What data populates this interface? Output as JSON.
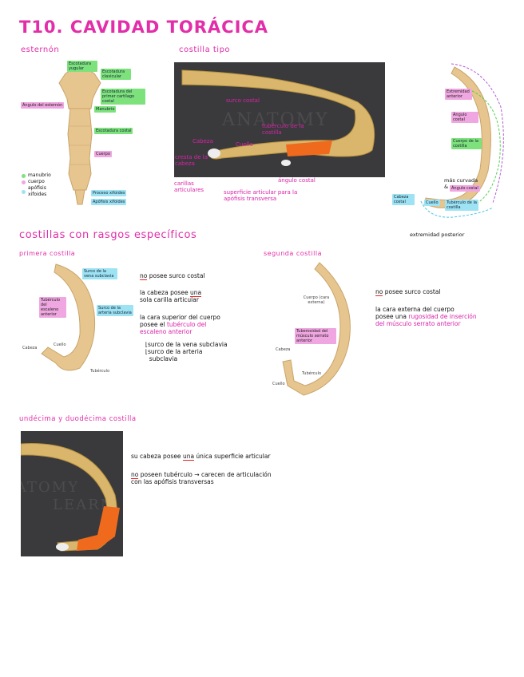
{
  "title": "T10. CAVIDAD TORÁCICA",
  "sections": {
    "esternon": "esternón",
    "costilla_tipo": "costilla tipo",
    "rasgos": "costillas con rasgos específicos",
    "primera": "primera costilla",
    "segunda": "segunda costilla",
    "undecima": "undécima y duodécima costilla"
  },
  "sternum": {
    "labels": {
      "escotadura_yugular": "Escotadura yugular",
      "escotadura_clavicular": "Escotadura clavicular",
      "escotadura_primer": "Escotadura del primer cartílago costal",
      "angulo_esternon": "Ángulo del esternón",
      "manubrio": "Manubrio",
      "escotadura_costal": "Escotadura costal",
      "cuerpo": "Cuerpo",
      "proceso_xifoides": "Proceso xifoides",
      "apofisis_xifoides": "Apófisis xifoides"
    },
    "legend": [
      "manubrio",
      "cuerpo",
      "apófisis xifoides"
    ]
  },
  "costilla_tipo": {
    "watermark": "ANATOMY",
    "labels": {
      "surco_costal": "surco costal",
      "tuberculo": "tubérculo de la costilla",
      "cabeza": "Cabeza",
      "cuello": "Cuello",
      "cresta": "cresta de la cabeza",
      "angulo_costal": "ángulo costal",
      "carillas": "carillas articulares",
      "superficie": "superficie articular para la apófisis transversa"
    },
    "side_labels": {
      "extremidad_anterior": "Extremidad anterior",
      "angulo_costal": "Ángulo costal",
      "cuerpo": "Cuerpo de la costilla",
      "mas_curvada": "más curvada",
      "amp": "&",
      "angulo": "Ángulo costal",
      "cabeza_costal": "Cabeza costal",
      "cuello": "Cuello",
      "tuberculo": "Tubérculo de la costilla",
      "extremidad_posterior": "extremidad posterior"
    }
  },
  "primera": {
    "labels": {
      "surco_vena": "Surco de la vena subclavia",
      "tuberculo_escaleno": "Tubérculo del escaleno anterior",
      "surco_arteria": "Surco de la arteria subclavia",
      "cabeza": "Cabeza",
      "cuello": "Cuello",
      "tuberculo": "Tubérculo"
    },
    "notes": {
      "n1_no": "no",
      "n1_rest": " posee surco costal",
      "n2a": "la cabeza posee ",
      "n2_una": "una",
      "n2b": "sola carilla articular",
      "n3a": "la cara superior del cuerpo",
      "n3b": "posee el ",
      "n3c": "tubérculo del",
      "n3d": "escaleno anterior",
      "n4a": "surco de la vena subclavia",
      "n4b": "surco de la arteria",
      "n4c": "subclavia"
    }
  },
  "segunda": {
    "labels": {
      "cuerpo": "Cuerpo (cara externa)",
      "tuberosidad": "Tuberosidad del músculo serrato anterior",
      "cabeza": "Cabeza",
      "tuberculo": "Tubérculo",
      "cuello": "Cuello"
    },
    "notes": {
      "n1_no": "no",
      "n1_rest": " posee surco costal",
      "n2a": "la cara externa del cuerpo",
      "n2b": "posee una ",
      "n2c": "rugosidad de inserción",
      "n2d": "del músculo serrato anterior"
    }
  },
  "undecima": {
    "watermark": "ATOMY",
    "watermark2": "LEARN",
    "notes": {
      "n1a": "su cabeza posee ",
      "n1_una": "una",
      "n1b": " única superficie articular",
      "n2_no": "no",
      "n2a": " poseen tubérculo → carecen de articulación",
      "n2b": "con las apófisis transversas"
    }
  },
  "colors": {
    "pink": "#e22ea8",
    "green": "#7ee27c",
    "lightpink": "#f0a6e0",
    "cyan": "#9ee3f4"
  }
}
